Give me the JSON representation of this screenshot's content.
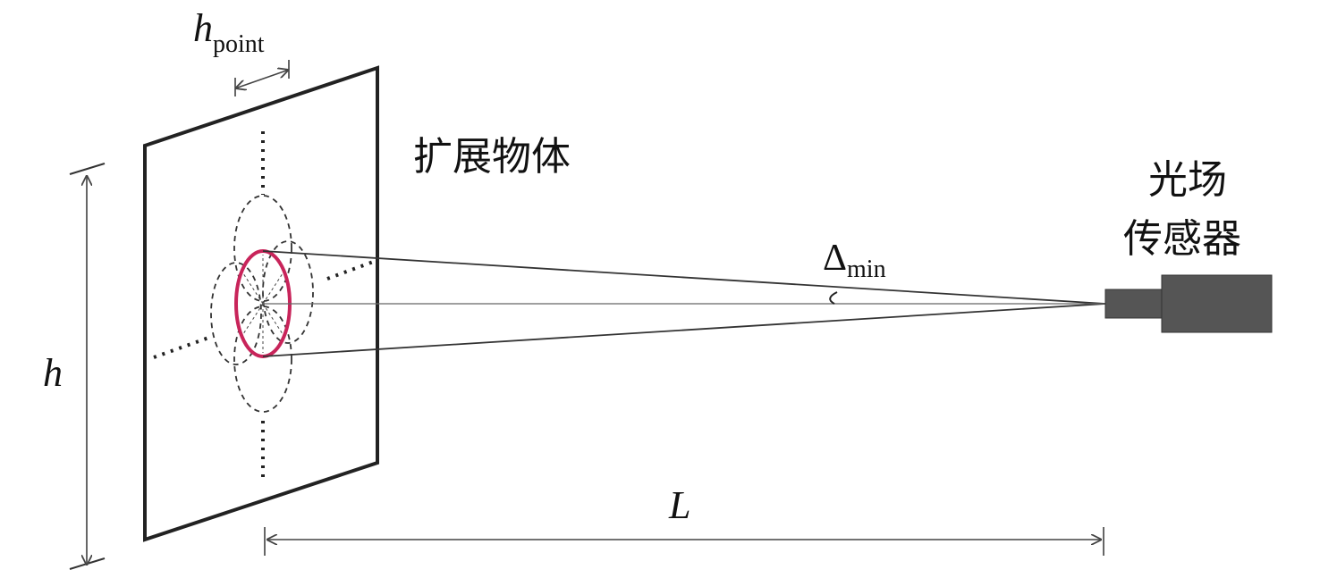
{
  "labels": {
    "h_point_main": "h",
    "h_point_sub": "point",
    "h": "h",
    "object": "扩展物体",
    "sensor_line1": "光场",
    "sensor_line2": "传感器",
    "delta_main": "Δ",
    "delta_sub": "min",
    "L": "L"
  },
  "colors": {
    "line": "#222222",
    "dashed": "#333333",
    "dimension": "#555555",
    "highlight": "#c8245a",
    "sensor": "#555555"
  }
}
